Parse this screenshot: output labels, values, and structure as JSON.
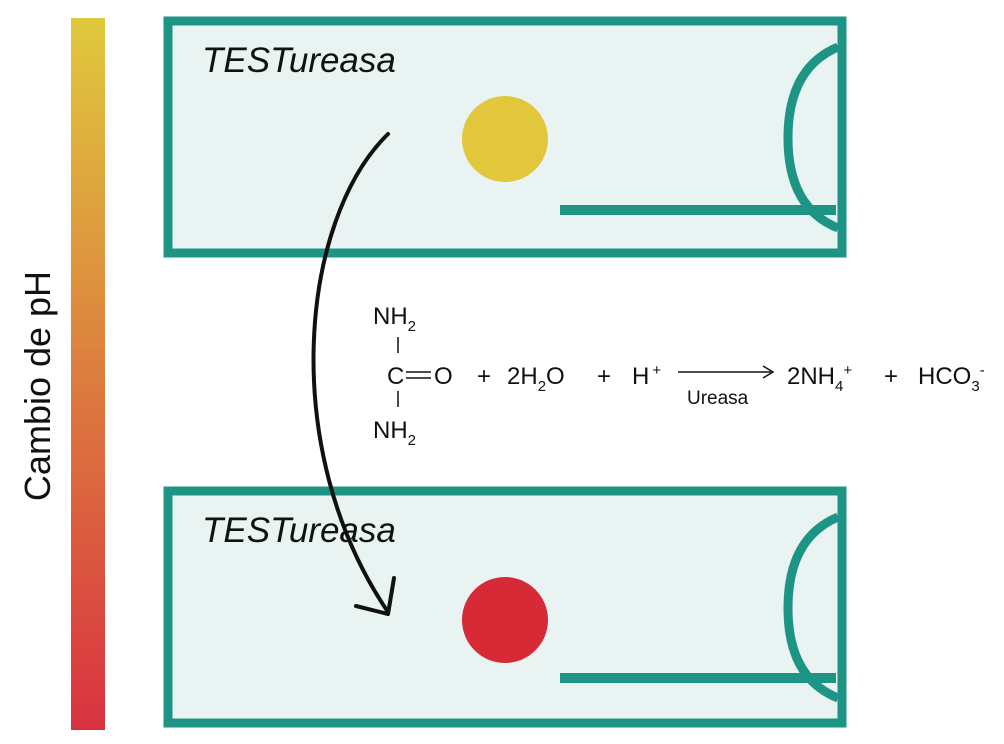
{
  "colors": {
    "frame": "#1e9484",
    "panel_fill": "#e8f3f2",
    "scale_top": "#e0c93d",
    "scale_bottom": "#d93240",
    "dot_before": "#e2c73d",
    "dot_after": "#d62a36",
    "arrow": "#111111"
  },
  "scale": {
    "label": "Cambio de pH"
  },
  "kits": [
    {
      "title": "TESTureasa",
      "indicator_color": "#e2c73d"
    },
    {
      "title": "TESTureasa",
      "indicator_color": "#d62a36"
    }
  ],
  "reaction": {
    "urea_top": "NH",
    "urea_top_sub": "2",
    "urea_carbon": "C",
    "urea_double_bond": "═",
    "urea_oxygen": "O",
    "urea_bottom": "NH",
    "urea_bottom_sub": "2",
    "plus_1": "+",
    "water_coeff": "2H",
    "water_sub": "2",
    "water_o": "O",
    "plus_2": "+",
    "proton": "H",
    "proton_charge": "+",
    "enzyme": "Ureasa",
    "product1_coeff": "2NH",
    "product1_sub": "4",
    "product1_charge": "+",
    "plus_3": "+",
    "product2": "HCO",
    "product2_sub": "3",
    "product2_charge": "-"
  }
}
